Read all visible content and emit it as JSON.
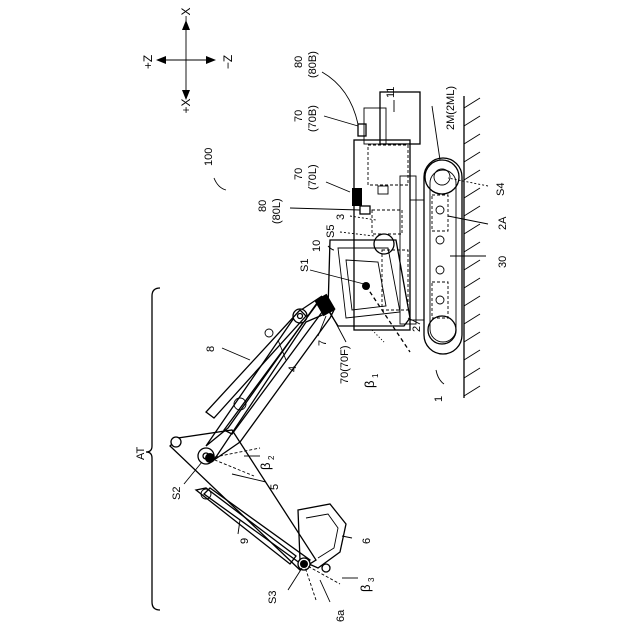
{
  "figure": {
    "axes": {
      "minus_x": "−X",
      "plus_x": "+X",
      "plus_z": "+Z",
      "minus_z": "−Z"
    },
    "labels": {
      "ref_100": "100",
      "ref_80b": "80",
      "ref_80b_sub": "(80B)",
      "ref_70b": "70",
      "ref_70b_sub": "(70B)",
      "ref_11": "11",
      "ref_70l": "70",
      "ref_70l_sub": "(70L)",
      "ref_80l": "80",
      "ref_80l_sub": "(80L)",
      "ref_3": "3",
      "ref_s5": "S5",
      "ref_10": "10",
      "ref_s1": "S1",
      "ref_2m": "2M(2ML)",
      "ref_s4": "S4",
      "ref_2a": "2A",
      "ref_30": "30",
      "ref_2": "2",
      "ref_7": "7",
      "ref_70f": "70(70F)",
      "ref_beta1": "β",
      "ref_beta1_sub": "1",
      "ref_1": "1",
      "ref_8": "8",
      "ref_4": "4",
      "ref_at": "AT",
      "ref_beta2": "β",
      "ref_beta2_sub": "2",
      "ref_s2": "S2",
      "ref_5": "5",
      "ref_9": "9",
      "ref_6": "6",
      "ref_s3": "S3",
      "ref_beta3": "β",
      "ref_beta3_sub": "3",
      "ref_6a": "6a"
    }
  }
}
